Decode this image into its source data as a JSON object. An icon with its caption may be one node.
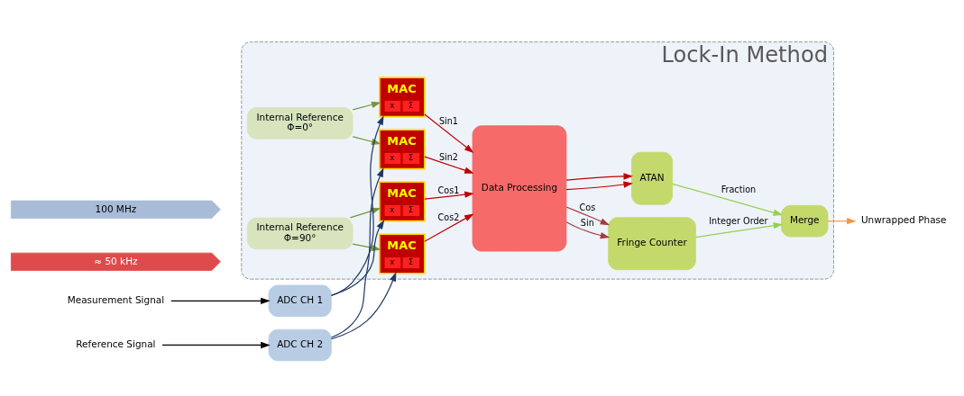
{
  "diagram": {
    "nodes": [
      {
        "text": [
          "Lock-In Method"
        ]
      },
      {
        "text": [
          "Measurement Signal"
        ]
      },
      {
        "text": [
          "ADC CH 1"
        ]
      },
      {
        "text": [
          "Reference Signal"
        ]
      },
      {
        "text": [
          "ADC CH 2"
        ]
      },
      {
        "text": [
          "Internal Reference",
          "Φ=0°"
        ],
        "in": 0
      },
      {
        "text": [
          "Internal Reference",
          "Φ=90°"
        ],
        "in": 0
      },
      {
        "text": [
          "MAC",
          "x",
          "Σ"
        ],
        "in": 0
      },
      {
        "text": [
          "MAC",
          "x",
          "Σ"
        ],
        "in": 0
      },
      {
        "text": [
          "MAC",
          "x",
          "Σ"
        ],
        "in": 0
      },
      {
        "text": [
          "MAC",
          "x",
          "Σ"
        ],
        "in": 0
      },
      {
        "text": [
          "Data Processing"
        ],
        "in": 0
      },
      {
        "text": [
          "Fringe Counter"
        ],
        "in": 0
      },
      {
        "text": [
          "ATAN"
        ],
        "in": 0
      },
      {
        "text": [
          "Merge"
        ],
        "in": 0
      },
      {
        "text": [
          "Unwrapped Phase"
        ]
      },
      {
        "text": [
          "100 MHz"
        ]
      },
      {
        "text": [
          "≈ 50 kHz"
        ]
      }
    ],
    "edges": [
      {
        "from": 1,
        "to": 2,
        "arrow": "to",
        "color": "#000000"
      },
      {
        "from": 3,
        "to": 4,
        "arrow": "to",
        "color": "#000000"
      },
      {
        "from": 5,
        "to": 7,
        "arrow": "to",
        "color": "#76923c"
      },
      {
        "from": 5,
        "to": 9,
        "arrow": "to",
        "color": "#76923c"
      },
      {
        "from": 6,
        "to": 8,
        "arrow": "to",
        "color": "#76923c"
      },
      {
        "from": 6,
        "to": 10,
        "arrow": "to",
        "color": "#76923c"
      },
      {
        "from": 2,
        "to": 7,
        "arrow": "to",
        "color": "#1f3864"
      },
      {
        "from": 2,
        "to": 8,
        "arrow": "to",
        "color": "#1f3864"
      },
      {
        "from": 4,
        "to": 9,
        "arrow": "to",
        "color": "#1f3864"
      },
      {
        "from": 4,
        "to": 10,
        "arrow": "to",
        "color": "#1f3864"
      },
      {
        "from": 7,
        "to": 11,
        "arrow": "to",
        "label": "Sin1",
        "color": "#c00000"
      },
      {
        "from": 8,
        "to": 11,
        "arrow": "to",
        "label": "Cos1",
        "color": "#c00000"
      },
      {
        "from": 9,
        "to": 11,
        "arrow": "to",
        "label": "Sin2",
        "color": "#c00000"
      },
      {
        "from": 10,
        "to": 11,
        "arrow": "to",
        "label": "Cos2",
        "color": "#c00000"
      },
      {
        "from": 11,
        "to": 12,
        "arrow": "to",
        "label": "Sin",
        "color": "#a33d3d"
      },
      {
        "from": 11,
        "to": 12,
        "arrow": "to",
        "label": "Cos",
        "color": "#a33d3d"
      },
      {
        "from": 11,
        "to": 13,
        "arrow": "to",
        "color": "#c00000"
      },
      {
        "from": 11,
        "to": 13,
        "arrow": "to",
        "color": "#c00000"
      },
      {
        "from": 12,
        "to": 14,
        "arrow": "to",
        "label": "Integer Order",
        "color": "#92d050"
      },
      {
        "from": 13,
        "to": 14,
        "arrow": "to",
        "label": "Fraction",
        "color": "#92d050"
      },
      {
        "from": 14,
        "to": 15,
        "arrow": "to",
        "color": "#f79646"
      }
    ]
  }
}
